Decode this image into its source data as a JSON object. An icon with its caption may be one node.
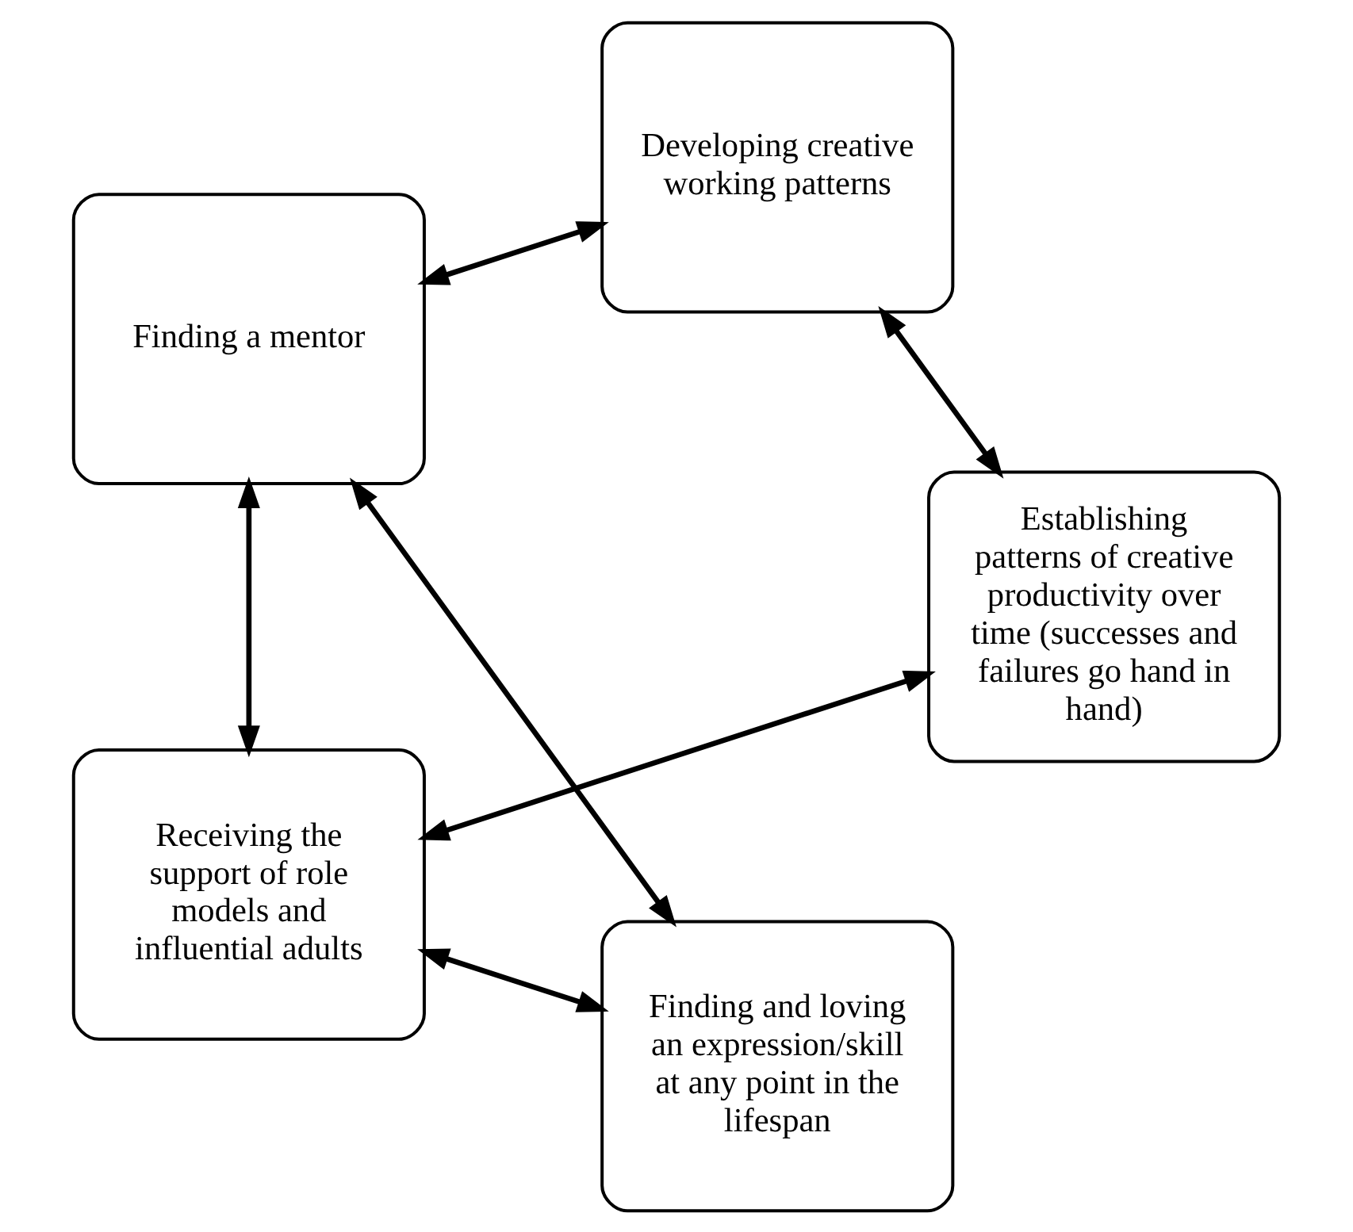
{
  "diagram": {
    "nodes": [
      {
        "text": [
          "Finding and loving an expression/skill at any point in the lifespan"
        ]
      },
      {
        "text": [
          "Receiving the support of role models and influential adults"
        ]
      },
      {
        "text": [
          "Finding a mentor"
        ]
      },
      {
        "text": [
          "Establishing patterns of creative productivity over time (successes and failures go hand in hand)"
        ]
      },
      {
        "text": [
          "Developing creative working patterns"
        ]
      }
    ],
    "edges": [
      {
        "from": 1,
        "to": 0,
        "arrow": "both"
      },
      {
        "from": 0,
        "to": 2,
        "arrow": "both"
      },
      {
        "from": 1,
        "to": 2,
        "arrow": "both"
      },
      {
        "from": 1,
        "to": 3,
        "arrow": "both"
      },
      {
        "from": 2,
        "to": 4,
        "arrow": "both"
      },
      {
        "from": 3,
        "to": 4,
        "arrow": "both"
      }
    ]
  }
}
